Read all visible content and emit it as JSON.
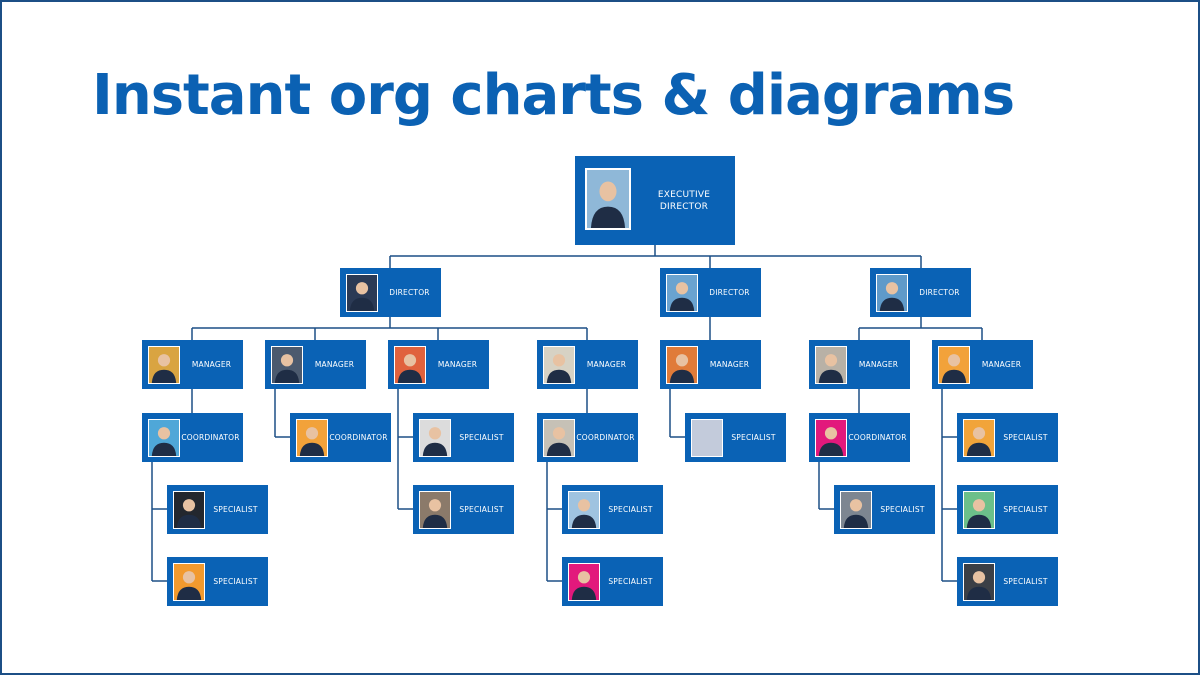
{
  "title": "Instant org charts & diagrams",
  "colors": {
    "box": "#0a62b5",
    "line": "#1c4f86",
    "title": "#0b61b3",
    "frame": "#1c4f86"
  },
  "nodes": [
    {
      "id": "exec",
      "role": "EXECUTIVE DIRECTOR",
      "icon": "person-photo-icon"
    },
    {
      "id": "d1",
      "role": "DIRECTOR",
      "icon": "person-photo-icon"
    },
    {
      "id": "d2",
      "role": "DIRECTOR",
      "icon": "person-photo-icon"
    },
    {
      "id": "d3",
      "role": "DIRECTOR",
      "icon": "person-photo-icon"
    },
    {
      "id": "m1",
      "role": "MANAGER",
      "icon": "person-photo-icon"
    },
    {
      "id": "m2",
      "role": "MANAGER",
      "icon": "person-photo-icon"
    },
    {
      "id": "m3",
      "role": "MANAGER",
      "icon": "person-photo-icon"
    },
    {
      "id": "m4",
      "role": "MANAGER",
      "icon": "person-photo-icon"
    },
    {
      "id": "m5",
      "role": "MANAGER",
      "icon": "person-photo-icon"
    },
    {
      "id": "m6",
      "role": "MANAGER",
      "icon": "person-photo-icon"
    },
    {
      "id": "m7",
      "role": "MANAGER",
      "icon": "person-photo-icon"
    },
    {
      "id": "c1",
      "role": "COORDINATOR",
      "icon": "person-photo-icon"
    },
    {
      "id": "s1a",
      "role": "SPECIALIST",
      "icon": "person-photo-icon"
    },
    {
      "id": "s1b",
      "role": "SPECIALIST",
      "icon": "person-photo-icon"
    },
    {
      "id": "c2",
      "role": "COORDINATOR",
      "icon": "person-photo-icon"
    },
    {
      "id": "s3a",
      "role": "SPECIALIST",
      "icon": "person-photo-icon"
    },
    {
      "id": "s3b",
      "role": "SPECIALIST",
      "icon": "person-photo-icon"
    },
    {
      "id": "c4",
      "role": "COORDINATOR",
      "icon": "person-photo-icon"
    },
    {
      "id": "s4a",
      "role": "SPECIALIST",
      "icon": "person-photo-icon"
    },
    {
      "id": "s4b",
      "role": "SPECIALIST",
      "icon": "person-photo-icon"
    },
    {
      "id": "s5",
      "role": "SPECIALIST",
      "icon": "placeholder-photo-icon"
    },
    {
      "id": "c6",
      "role": "COORDINATOR",
      "icon": "person-photo-icon"
    },
    {
      "id": "s6",
      "role": "SPECIALIST",
      "icon": "person-photo-icon"
    },
    {
      "id": "s7a",
      "role": "SPECIALIST",
      "icon": "person-photo-icon"
    },
    {
      "id": "s7b",
      "role": "SPECIALIST",
      "icon": "person-photo-icon"
    },
    {
      "id": "s7c",
      "role": "SPECIALIST",
      "icon": "person-photo-icon"
    }
  ]
}
